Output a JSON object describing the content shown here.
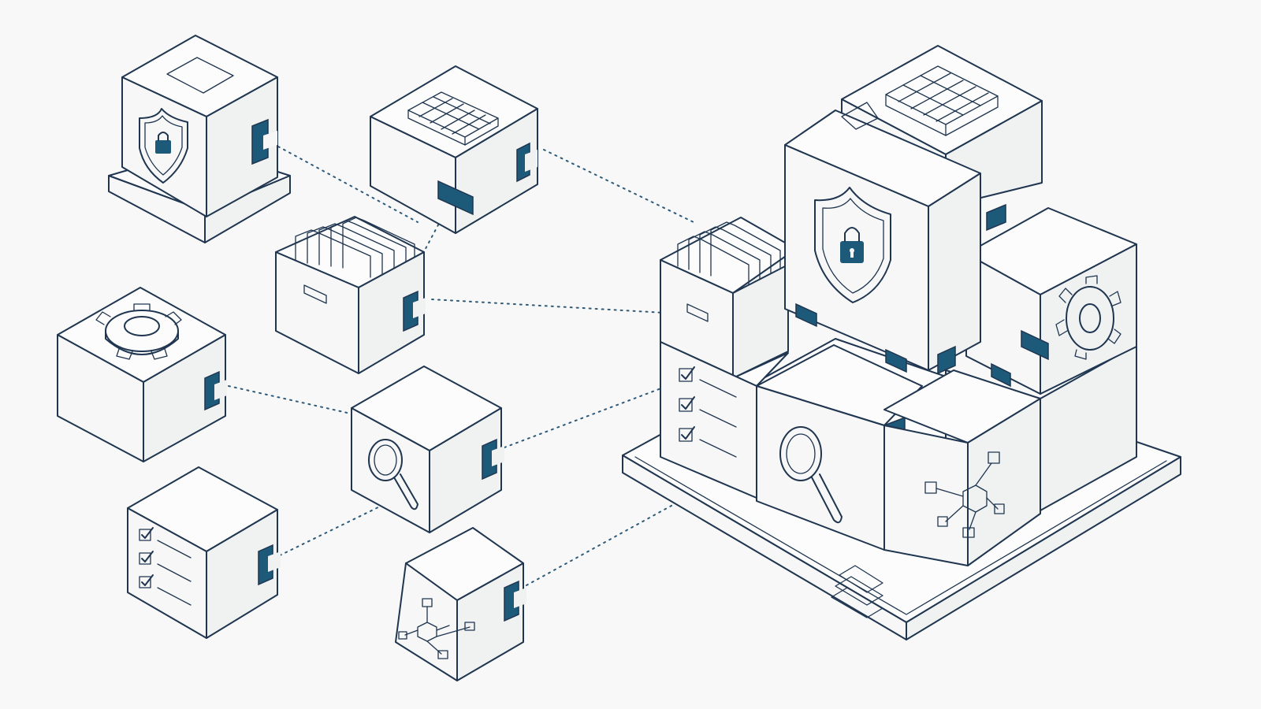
{
  "palette": {
    "background": "#f7f8f7",
    "line": "#1f3550",
    "face": "#f8f9f8",
    "accent": "#1d5a7a"
  },
  "modules": [
    {
      "name": "security-module",
      "icon": "shield-lock-icon"
    },
    {
      "name": "grid-module",
      "icon": "grid-blocks-icon"
    },
    {
      "name": "archive-module",
      "icon": "file-box-icon"
    },
    {
      "name": "settings-module",
      "icon": "gear-icon"
    },
    {
      "name": "search-module",
      "icon": "magnifier-icon"
    },
    {
      "name": "checklist-module",
      "icon": "checklist-icon"
    },
    {
      "name": "network-module",
      "icon": "network-nodes-icon"
    }
  ],
  "assembly": {
    "name": "assembled-stack",
    "blocks": [
      "grid-blocks-icon",
      "shield-lock-icon",
      "file-box-icon",
      "gear-icon",
      "checklist-icon",
      "magnifier-icon",
      "network-nodes-icon",
      "blank-block"
    ]
  },
  "connectors": [
    {
      "from": "security-module",
      "to": "archive-module"
    },
    {
      "from": "grid-module",
      "to": "archive-module"
    },
    {
      "from": "grid-module",
      "to": "assembled-stack"
    },
    {
      "from": "archive-module",
      "to": "assembled-stack"
    },
    {
      "from": "settings-module",
      "to": "search-module"
    },
    {
      "from": "search-module",
      "to": "assembled-stack"
    },
    {
      "from": "checklist-module",
      "to": "search-module"
    },
    {
      "from": "network-module",
      "to": "assembled-stack"
    }
  ]
}
